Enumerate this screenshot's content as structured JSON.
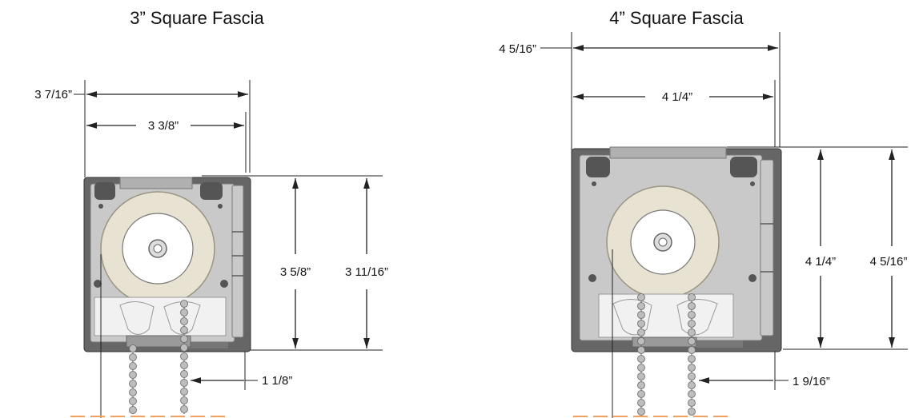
{
  "left": {
    "title": "3” Square Fascia",
    "overall_width": "3 7/16”",
    "inner_width": "3 3/8”",
    "inner_height": "3 5/8”",
    "overall_height": "3 11/16”",
    "chain_offset": "1 1/8”"
  },
  "right": {
    "title": "4” Square Fascia",
    "overall_width": "4 5/16”",
    "inner_width": "4 1/4”",
    "inner_height": "4 1/4”",
    "overall_height": "4 5/16”",
    "chain_offset": "1 9/16”"
  },
  "colors": {
    "housing": "#666666",
    "plate": "#c9c9c9",
    "fabric_roll": "#e8e2d2",
    "guide_line": "#f0a060"
  }
}
